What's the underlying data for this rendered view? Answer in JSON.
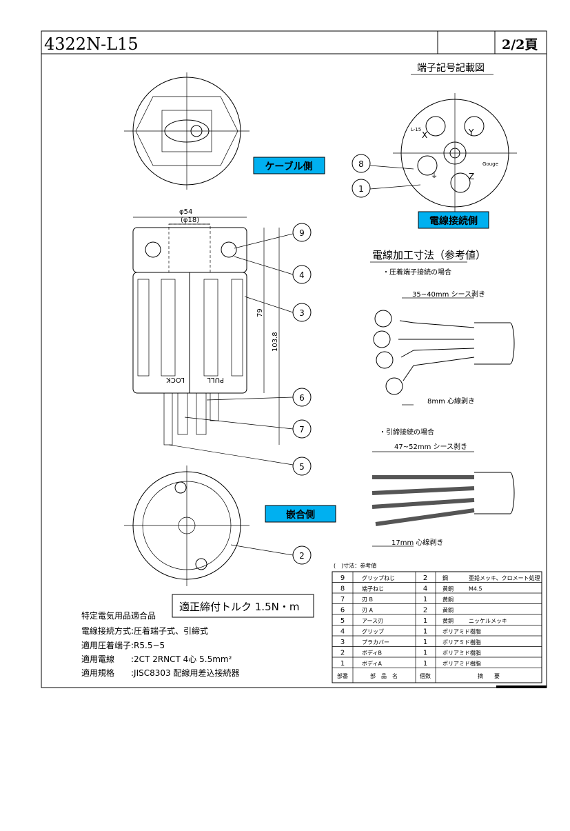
{
  "header": {
    "title": "4322N-L15",
    "page": "2/2頁"
  },
  "labels": {
    "cable_side": "ケーブル側",
    "wire_side": "電線接続側",
    "mating_side": "嵌合側",
    "terminal_diagram": "端子記号記載図"
  },
  "terminal_marks": {
    "x": "X",
    "y": "Y",
    "z": "Z",
    "ground": "⏚",
    "brand": "Gouge",
    "rating": "L-15"
  },
  "dimensions": {
    "dia54": "φ54",
    "dia18": "(φ18)",
    "len79": "79",
    "len103": "103.8",
    "pull": "PULL",
    "lock": "LOCK"
  },
  "callouts": [
    "1",
    "2",
    "3",
    "4",
    "5",
    "6",
    "7",
    "8",
    "9"
  ],
  "wire_prep": {
    "title": "電線加工寸法（参考値）",
    "crimp_case": "・圧着端子接続の場合",
    "crimp_sheath": "35~40mm シース剥き",
    "crimp_core": "8mm 心線剥き",
    "clamp_case": "・引締接続の場合",
    "clamp_sheath": "47~52mm シース剥き",
    "clamp_core": "17mm 心線剥き"
  },
  "torque": "適正締付トルク 1.5N・m",
  "specs": [
    "特定電気用品適合品",
    "電線接続方式:圧着端子式、引締式",
    "適用圧着端子:R5.5−5",
    "適用電線　　:2CT 2RNCT 4心 5.5mm²",
    "適用規格　　:JISC8303 配線用差込接続器"
  ],
  "table": {
    "note": "(　)寸法：参考値",
    "rows": [
      {
        "no": "9",
        "name": "グリップねじ",
        "qty": "2",
        "material": "鋼",
        "remark": "亜鉛メッキ、クロメート処理"
      },
      {
        "no": "8",
        "name": "端子ねじ",
        "qty": "4",
        "material": "黄銅",
        "remark": "M4.5"
      },
      {
        "no": "7",
        "name": "刃 B",
        "qty": "1",
        "material": "黄銅",
        "remark": ""
      },
      {
        "no": "6",
        "name": "刃 A",
        "qty": "2",
        "material": "黄銅",
        "remark": ""
      },
      {
        "no": "5",
        "name": "アース刃",
        "qty": "1",
        "material": "黄銅",
        "remark": "ニッケルメッキ"
      },
      {
        "no": "4",
        "name": "グリップ",
        "qty": "1",
        "material": "ポリアミド樹脂",
        "remark": ""
      },
      {
        "no": "3",
        "name": "プラカバー",
        "qty": "1",
        "material": "ポリアミド樹脂",
        "remark": ""
      },
      {
        "no": "2",
        "name": "ボディB",
        "qty": "1",
        "material": "ポリアミド樹脂",
        "remark": ""
      },
      {
        "no": "1",
        "name": "ボディA",
        "qty": "1",
        "material": "ポリアミド樹脂",
        "remark": ""
      }
    ],
    "headers": {
      "no": "部番",
      "name": "部　品　名",
      "qty": "個数",
      "remark": "摘　　要"
    }
  }
}
